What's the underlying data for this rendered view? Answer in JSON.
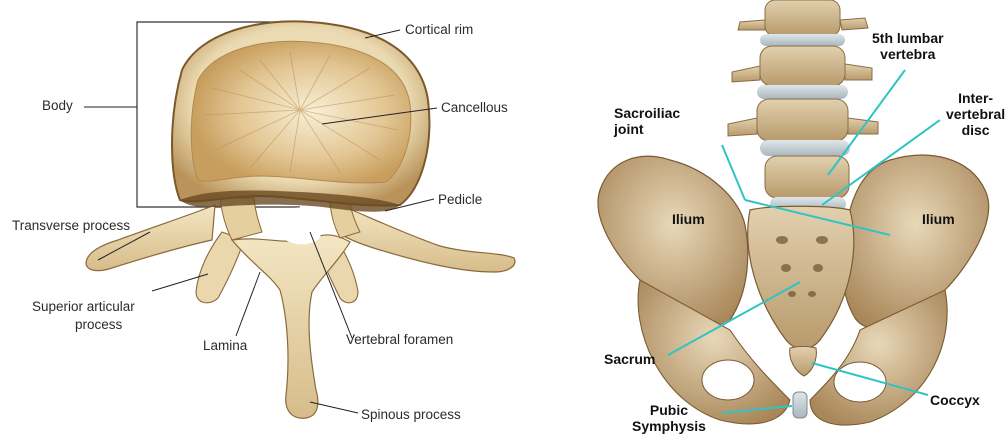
{
  "vertebra": {
    "labels": {
      "cortical_rim": "Cortical rim",
      "body": "Body",
      "cancellous": "Cancellous",
      "pedicle": "Pedicle",
      "transverse_process": "Transverse process",
      "superior_articular_process_line1": "Superior articular",
      "superior_articular_process_line2": "process",
      "lamina": "Lamina",
      "vertebral_foramen": "Vertebral foramen",
      "spinous_process": "Spinous process"
    }
  },
  "pelvis": {
    "labels": {
      "fifth_lumbar_line1": "5th lumbar",
      "fifth_lumbar_line2": "vertebra",
      "intervertebral_line1": "Inter-",
      "intervertebral_line2": "vertebral",
      "intervertebral_line3": "disc",
      "sacroiliac_line1": "Sacroiliac",
      "sacroiliac_line2": "joint",
      "ilium_left": "Ilium",
      "ilium_right": "Ilium",
      "sacrum": "Sacrum",
      "coccyx": "Coccyx",
      "pubic_line1": "Pubic",
      "pubic_line2": "Symphysis"
    },
    "colors": {
      "leader": "#2ec4c4",
      "bone": "#d8c4a0",
      "disc": "#c9d3d8"
    }
  }
}
